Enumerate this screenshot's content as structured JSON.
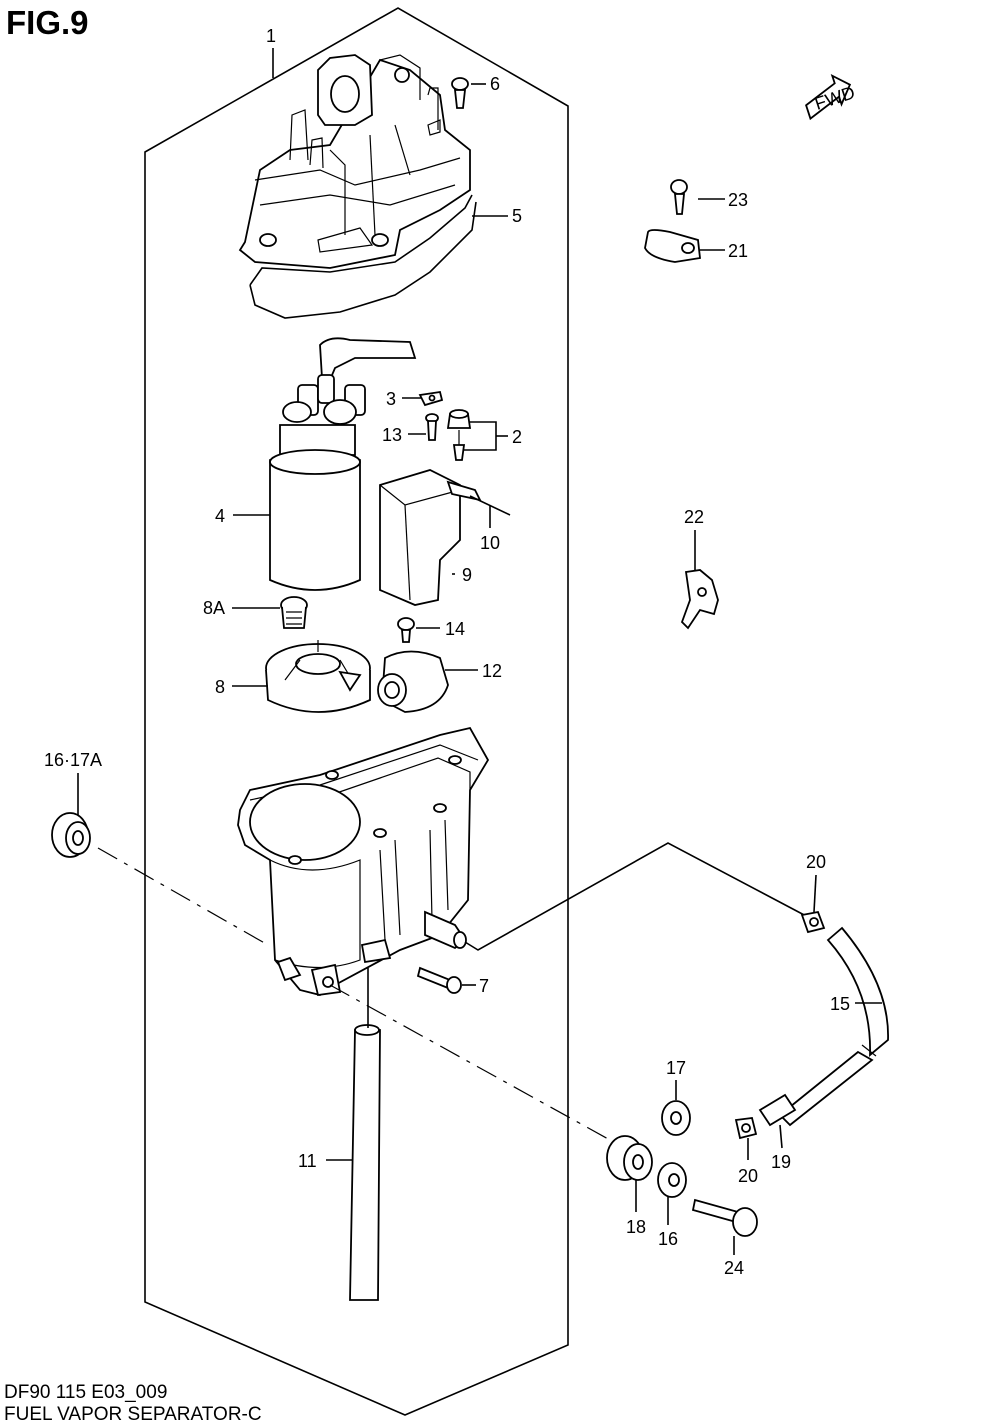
{
  "figure": {
    "title": "FIG.9",
    "code": "DF90 115 E03_009",
    "name": "FUEL VAPOR SEPARATOR-C",
    "fwd_label": "FWD"
  },
  "callouts": {
    "p1": "1",
    "p2": "2",
    "p3": "3",
    "p4": "4",
    "p5": "5",
    "p6": "6",
    "p7": "7",
    "p8": "8",
    "p8a": "8A",
    "p9": "9",
    "p10": "10",
    "p11": "11",
    "p12": "12",
    "p13": "13",
    "p14": "14",
    "p15": "15",
    "p16": "16",
    "p16_17a": "16·17A",
    "p17": "17",
    "p18": "18",
    "p19": "19",
    "p20a": "20",
    "p20b": "20",
    "p21": "21",
    "p22": "22",
    "p23": "23",
    "p24": "24"
  }
}
